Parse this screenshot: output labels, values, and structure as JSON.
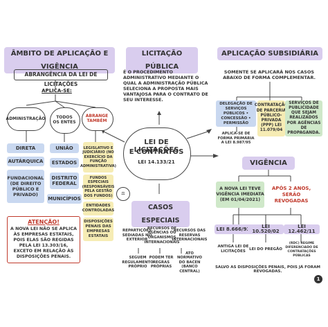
{
  "left": {
    "title": "ÂMBITO DE APLICAÇÃO E VIGÊNCIA",
    "subtitle": "ABRANGÊNCIA DA LEI DE LICITAÇÕES",
    "aplica_label": "APLICA-SE:",
    "clouds": [
      "ADMINISTRAÇÃO",
      "TODOS OS ENTES",
      "ABRANGE TAMBÉM"
    ],
    "admin_items": [
      "DIRETA",
      "AUTÁRQUICA",
      "FUNDACIONAL (DE DIREITO PÚBLICO E PRIVADO)"
    ],
    "entes_items": [
      "UNIÃO",
      "ESTADOS",
      "DISTRITO FEDERAL",
      "MUNICÍPIOS"
    ],
    "abrange_items": [
      "LEGISLATIVO E JUDICIÁRIO (NO EXERCÍCIO DA FUNÇÃO ADMINISTRATIVA)",
      "FUNDOS ESPECIAIS (RESPONSÁVEIS PELA GESTÃO DOS FUNDOS)",
      "ENTIDADES CONTROLADAS",
      "DISPOSIÇÕES PENAIS DAS EMPRESAS ESTATAIS"
    ],
    "atencao_title": "ATENÇÃO!",
    "atencao_text": "A NOVA LEI NÃO SE APLICA ÀS EMPRESAS ESTATAIS, POIS ELAS SÃO REGIDAS PELA LEI 13.303/16, EXCETO EM RELAÇÃO ÀS DISPOSIÇÕES PENAIS."
  },
  "center": {
    "title": "LICITAÇÃO PÚBLICA",
    "definition": "É O PROCEDIMENTO ADMINISTRATIVO MEDIANTE O QUAL A ADMINISTRAÇÃO PÚBLICA SELECIONA A PROPOSTA MAIS VANTAJOSA PARA O CONTRATO DE SEU INTERESSE.",
    "main_cloud_line1": "LEI DE LICITAÇÕES",
    "main_cloud_line2": "E CONTRATOS",
    "main_cloud_line3": "LEI 14.133/21",
    "casos_title": "CASOS ESPECIAIS",
    "casos_items": [
      "REPARTIÇÕES SEDIADAS NO EXTERIOR",
      "RECURSOS DE AGÊNCIAS OU ORGANISMOS INTERNACIONAIS",
      "RECURSOS DAS RESERVAS INTERNACIONAIS"
    ],
    "casos_subs": [
      "SEGUEM REGULAMENTO PRÓPRIO",
      "PODEM TER REGRAS PRÓPRIAS",
      "ATO NORMATIVO DO BACEN (BANCO CENTRAL)"
    ]
  },
  "right": {
    "title": "APLICAÇÃO SUBSIDIÁRIA",
    "intro": "SOMENTE SE APLICARÁ NOS CASOS ABAIXO DE FORMA COMPLEMENTAR.",
    "sub_items": [
      "DELEGAÇÃO DE SERVIÇOS PÚBLICOS • CONCESSÃO • PERMISSÃO",
      "CONTRATAÇÃO DE PARCERIA PÚBLICO-PRIVADA (PPP) LEI 11.079/04",
      "SERVIÇOS DE PUBLICIDADE QUE SEJAM REALIZADOS POR AGÊNCIAS DE PROPAGANDA."
    ],
    "sub_note": "APLICA-SE DE FORMA PRIMÁRIA A LEI 8.987/95",
    "vigencia_title": "VIGÊNCIA",
    "vig_left": "A NOVA LEI TEVE VIGÊNCIA IMEDIATA (EM 01/04/2021)",
    "vig_right": "APÓS 2 ANOS, SERÃO REVOGADAS",
    "leis": [
      "LEI 8.666/93",
      "LEI 10.520/02",
      "LEI 12.462/11"
    ],
    "leis_subs": [
      "ANTIGA LEI DE LICITAÇÕES",
      "LEI DO PREGÃO",
      "(RDC) REGIME DIFERENCIADO DE CONTRATAÇÕES PÚBLICAS"
    ],
    "salvo": "SALVO AS DISPOSIÇÕES PENAIS, POIS JÁ FORAM REVOGADAS.",
    "page_number": "1"
  },
  "colors": {
    "purple": "#d9cdee",
    "blue": "#c9d8f0",
    "yellow": "#f6ecb4",
    "red": "#c0392b",
    "green": "#cfe8c9"
  }
}
